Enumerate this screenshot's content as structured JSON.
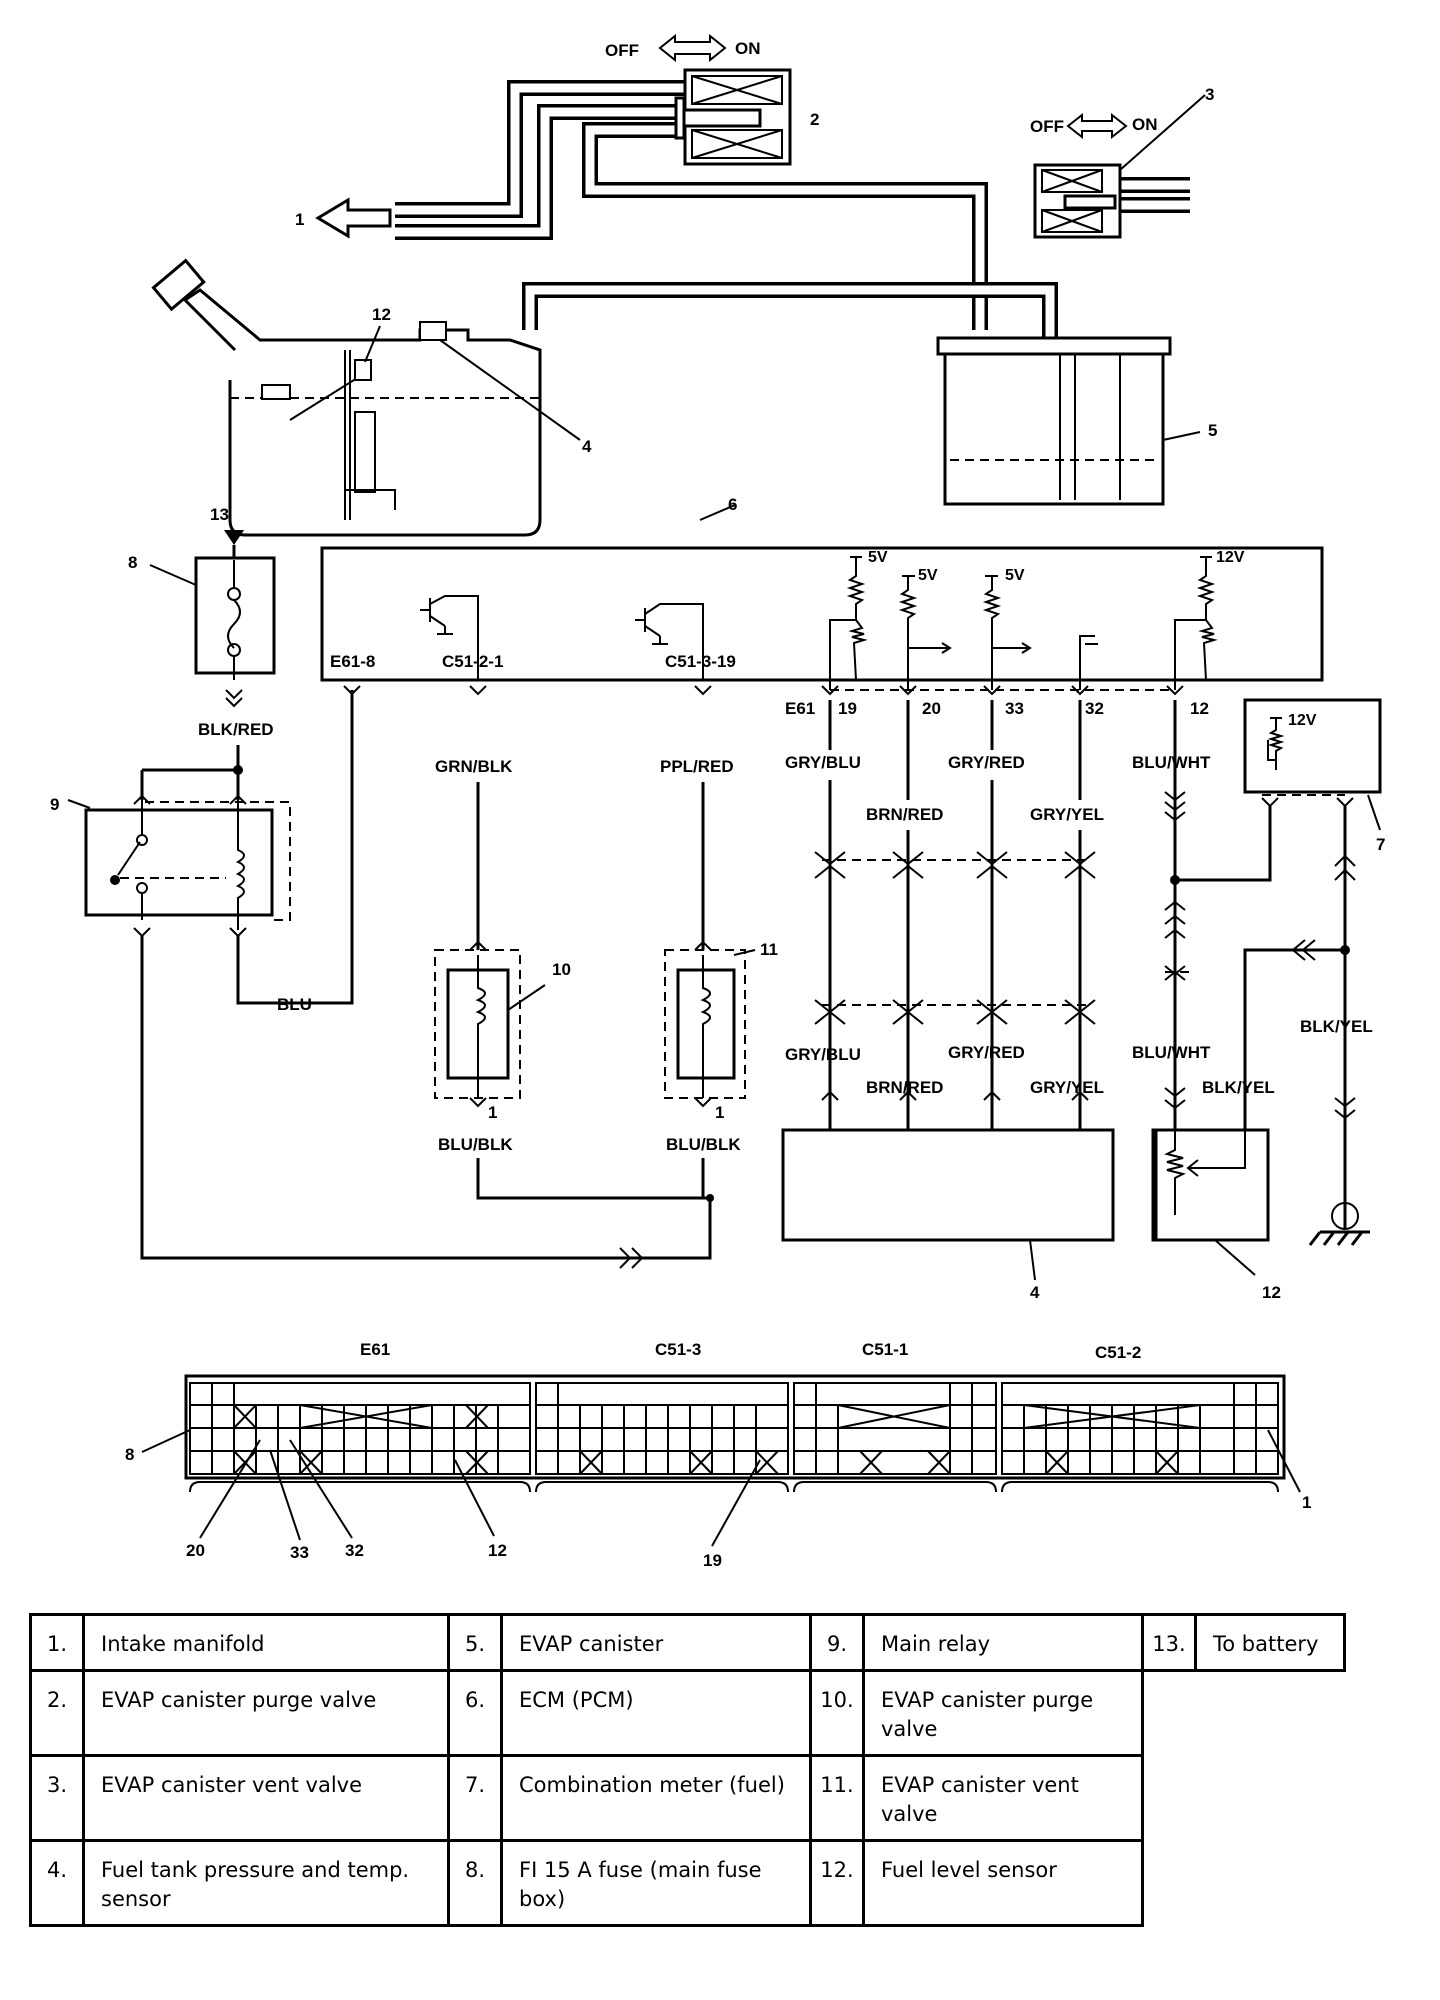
{
  "diagram": {
    "valve_states": {
      "off": "OFF",
      "on": "ON"
    },
    "callouts": [
      "1",
      "2",
      "3",
      "4",
      "5",
      "6",
      "7",
      "8",
      "9",
      "10",
      "11",
      "12",
      "13"
    ],
    "ecm_terminals": {
      "e61_8": "E61-8",
      "c51_2_1": "C51-2-1",
      "c51_3_19": "C51-3-19",
      "e61": "E61",
      "t19": "19",
      "t20": "20",
      "t33": "33",
      "t32": "32",
      "t12": "12"
    },
    "voltages": {
      "v5": "5V",
      "v12": "12V"
    },
    "wires": {
      "blk_red": "BLK/RED",
      "grn_blk": "GRN/BLK",
      "ppl_red": "PPL/RED",
      "gry_blu": "GRY/BLU",
      "brn_red": "BRN/RED",
      "gry_red": "GRY/RED",
      "gry_yel": "GRY/YEL",
      "blu_wht": "BLU/WHT",
      "blk_yel": "BLK/YEL",
      "blu": "BLU",
      "blu_blk": "BLU/BLK"
    },
    "coil_pins": {
      "pin1": "1"
    },
    "connectors": {
      "names": [
        "E61",
        "C51-3",
        "C51-1",
        "C51-2"
      ],
      "pin_callouts": [
        "20",
        "33",
        "32",
        "12",
        "19",
        "8",
        "1"
      ]
    }
  },
  "legend": [
    {
      "num": "1.",
      "text": "Intake manifold"
    },
    {
      "num": "2.",
      "text": "EVAP canister purge valve"
    },
    {
      "num": "3.",
      "text": "EVAP canister vent valve"
    },
    {
      "num": "4.",
      "text": "Fuel tank pressure and temp. sensor"
    },
    {
      "num": "5.",
      "text": "EVAP canister"
    },
    {
      "num": "6.",
      "text": "ECM (PCM)"
    },
    {
      "num": "7.",
      "text": "Combination meter (fuel)"
    },
    {
      "num": "8.",
      "text": "FI 15 A fuse (main fuse box)"
    },
    {
      "num": "9.",
      "text": "Main relay"
    },
    {
      "num": "10.",
      "text": "EVAP canister purge valve"
    },
    {
      "num": "11.",
      "text": "EVAP canister vent valve"
    },
    {
      "num": "12.",
      "text": "Fuel level sensor"
    },
    {
      "num": "13.",
      "text": "To battery"
    }
  ]
}
